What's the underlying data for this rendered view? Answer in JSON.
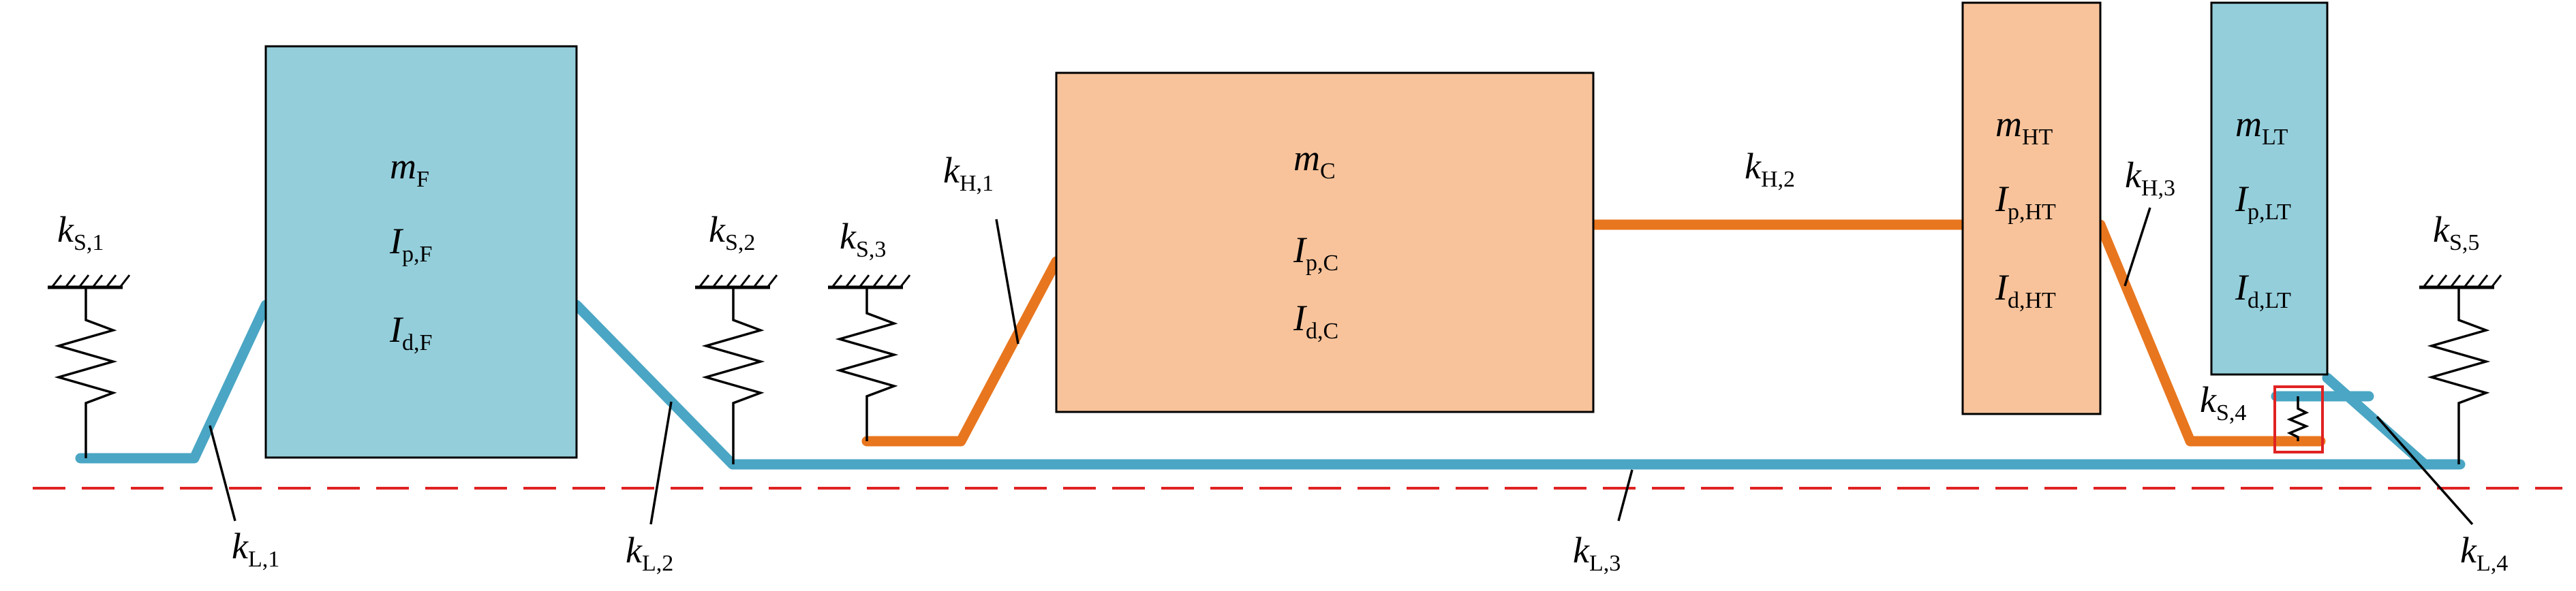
{
  "colors": {
    "blue_body": "#94cedb",
    "orange_body": "#f8c39b",
    "blue_shaft": "#4aa6c4",
    "orange_shaft": "#e8761e",
    "axis": "#e02222"
  },
  "masses": {
    "fan": {
      "m": "m",
      "m_sub": "F",
      "ip": "I",
      "ip_sub": "p,F",
      "id": "I",
      "id_sub": "d,F"
    },
    "core": {
      "m": "m",
      "m_sub": "C",
      "ip": "I",
      "ip_sub": "p,C",
      "id": "I",
      "id_sub": "d,C"
    },
    "hpt": {
      "m": "m",
      "m_sub": "HT",
      "ip": "I",
      "ip_sub": "p,HT",
      "id": "I",
      "id_sub": "d,HT"
    },
    "lpt": {
      "m": "m",
      "m_sub": "LT",
      "ip": "I",
      "ip_sub": "p,LT",
      "id": "I",
      "id_sub": "d,LT"
    }
  },
  "springs": {
    "ks1": {
      "k": "k",
      "sub": "S,1"
    },
    "ks2": {
      "k": "k",
      "sub": "S,2"
    },
    "ks3": {
      "k": "k",
      "sub": "S,3"
    },
    "ks4": {
      "k": "k",
      "sub": "S,4"
    },
    "ks5": {
      "k": "k",
      "sub": "S,5"
    }
  },
  "shafts": {
    "kh1": {
      "k": "k",
      "sub": "H,1"
    },
    "kh2": {
      "k": "k",
      "sub": "H,2"
    },
    "kh3": {
      "k": "k",
      "sub": "H,3"
    },
    "kl1": {
      "k": "k",
      "sub": "L,1"
    },
    "kl2": {
      "k": "k",
      "sub": "L,2"
    },
    "kl3": {
      "k": "k",
      "sub": "L,3"
    },
    "kl4": {
      "k": "k",
      "sub": "L,4"
    }
  }
}
